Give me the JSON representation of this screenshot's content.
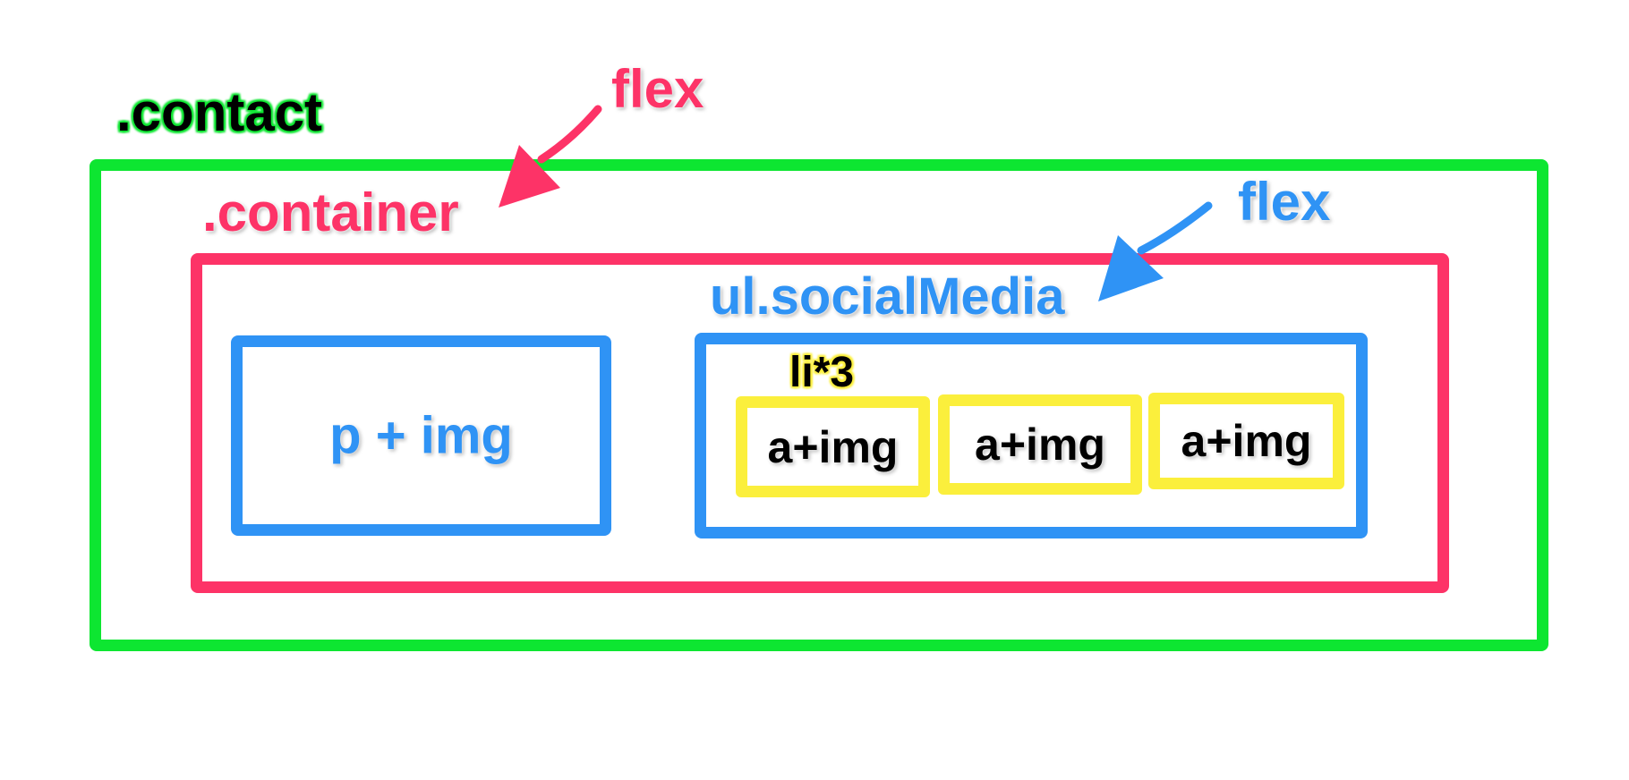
{
  "labels": {
    "contact": ".contact",
    "container": ".container",
    "flex_container": "flex",
    "ul": "ul.socialMedia",
    "flex_ul": "flex",
    "li": "li*3",
    "left_block": "p + img",
    "items": [
      "a+img",
      "a+img",
      "a+img"
    ]
  },
  "colors": {
    "contact": "#0de631",
    "container": "#fd3367",
    "ul": "#2f93f5",
    "li": "#fbef3c"
  }
}
